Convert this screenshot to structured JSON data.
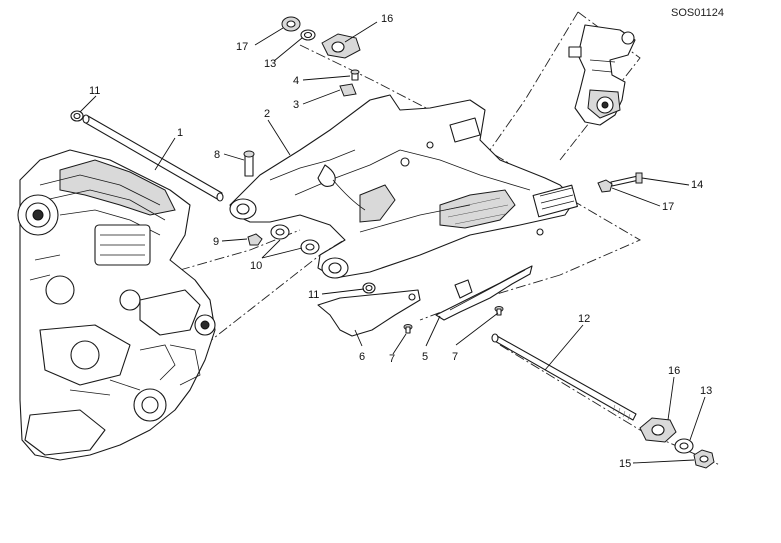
{
  "drawing_code": "SOS01124",
  "callouts": {
    "c1": "1",
    "c2": "2",
    "c3": "3",
    "c4": "4",
    "c5": "5",
    "c6": "6",
    "c7a": "7",
    "c7b": "7",
    "c8": "8",
    "c9": "9",
    "c10": "10",
    "c11a": "11",
    "c11b": "11",
    "c12": "12",
    "c13a": "13",
    "c13b": "13",
    "c14": "14",
    "c15": "15",
    "c16a": "16",
    "c16b": "16",
    "c17a": "17",
    "c17b": "17"
  },
  "colors": {
    "line": "#1a1a1a",
    "background": "#ffffff",
    "shade": "#d9d9d9"
  }
}
